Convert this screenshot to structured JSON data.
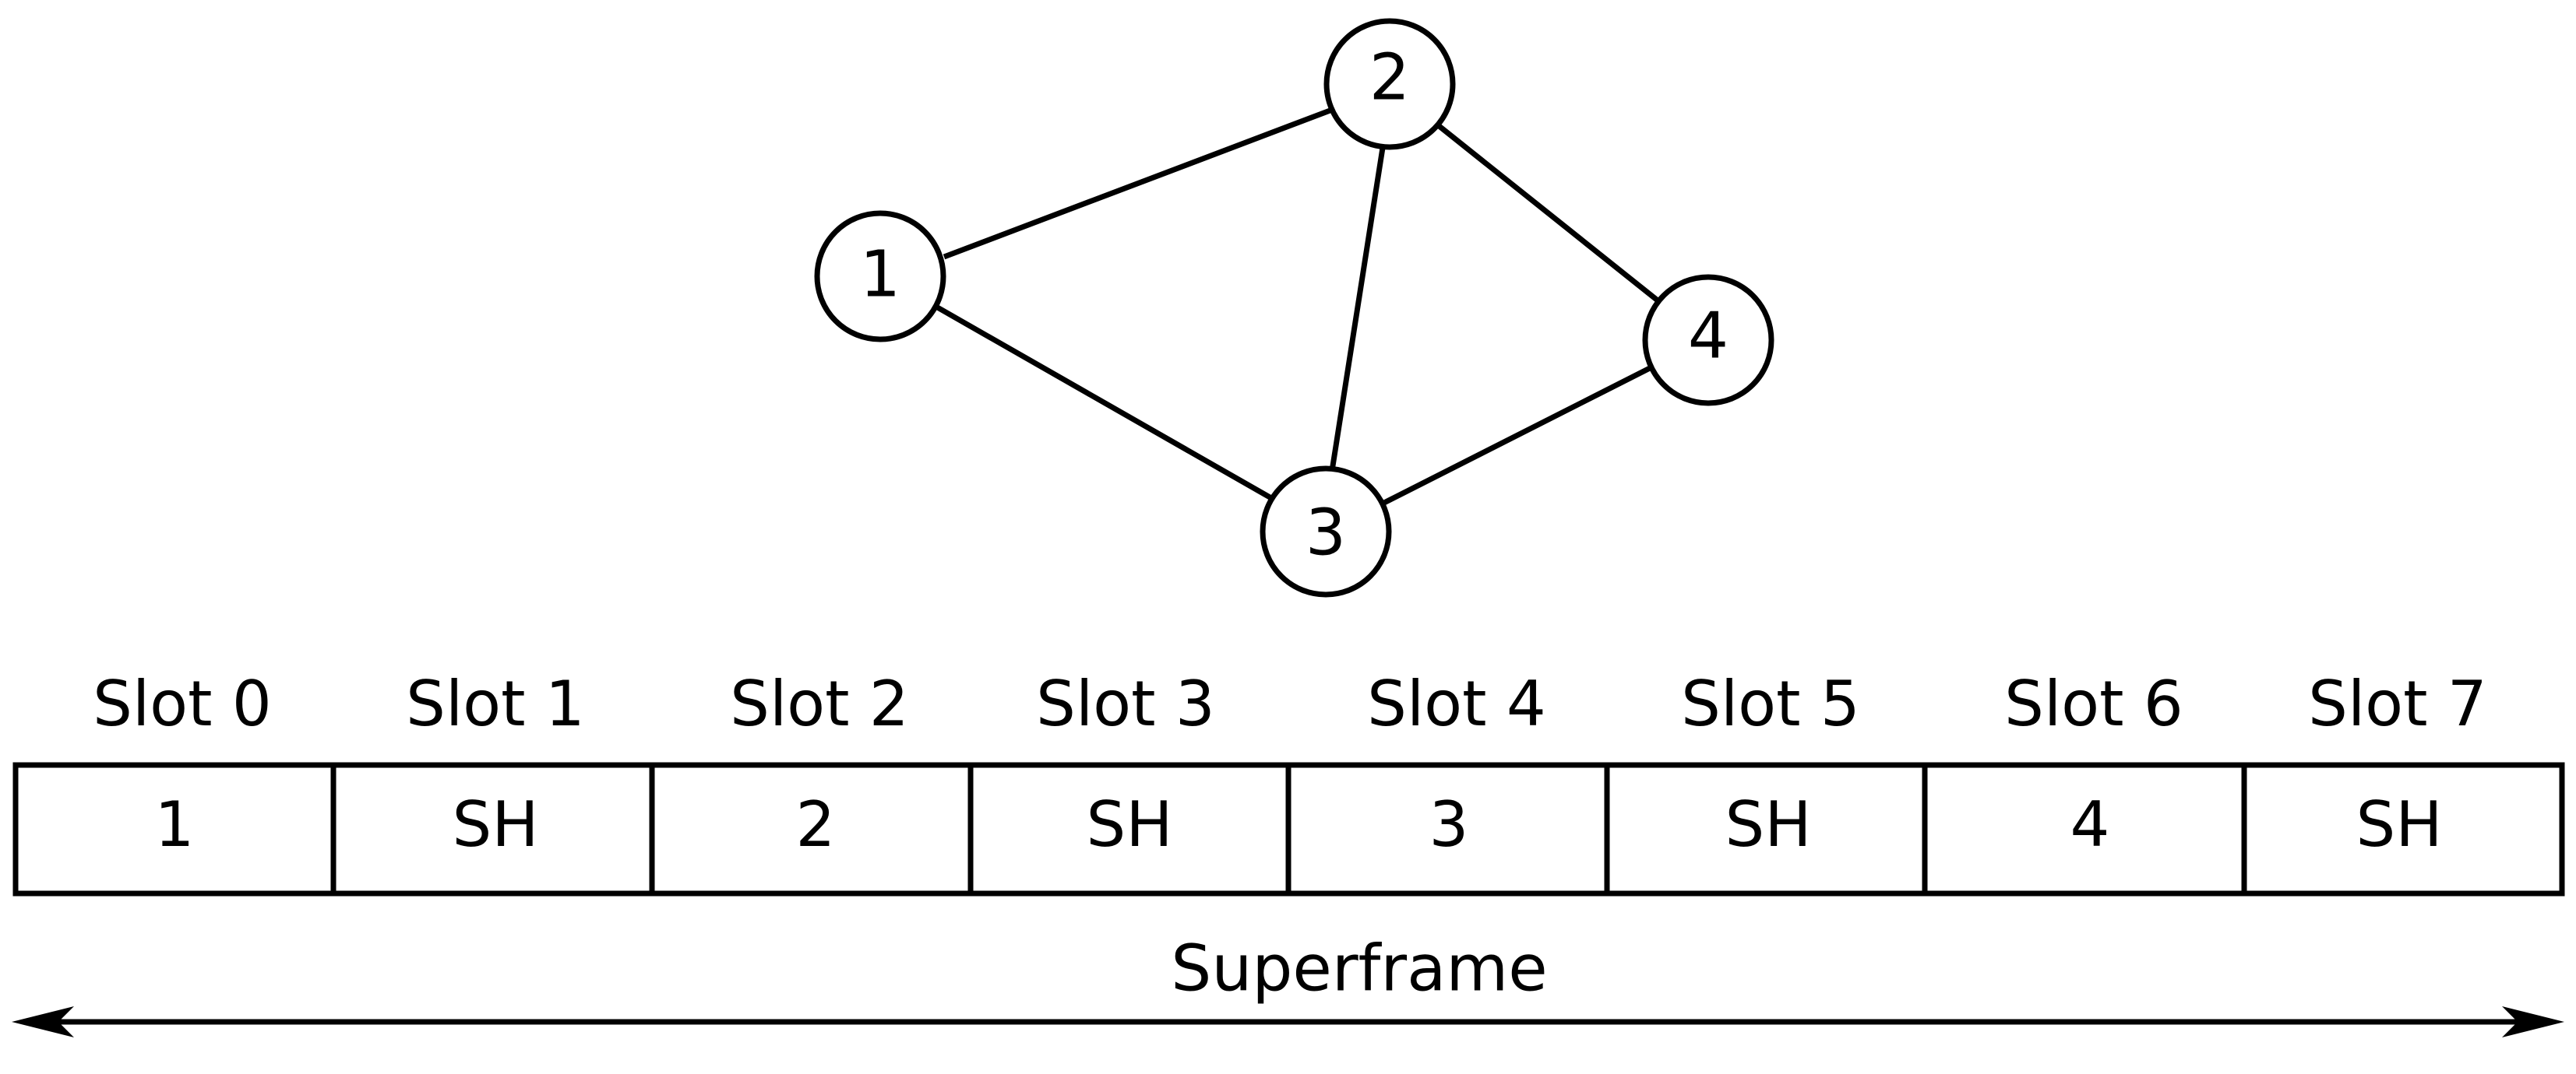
{
  "graph": {
    "nodes": [
      {
        "id": "1",
        "label": "1"
      },
      {
        "id": "2",
        "label": "2"
      },
      {
        "id": "3",
        "label": "3"
      },
      {
        "id": "4",
        "label": "4"
      }
    ],
    "edges": [
      [
        "1",
        "2"
      ],
      [
        "1",
        "3"
      ],
      [
        "2",
        "3"
      ],
      [
        "2",
        "4"
      ],
      [
        "3",
        "4"
      ]
    ]
  },
  "superframe": {
    "slot_headers": [
      "Slot 0",
      "Slot 1",
      "Slot 2",
      "Slot 3",
      "Slot 4",
      "Slot 5",
      "Slot 6",
      "Slot 7"
    ],
    "slot_contents": [
      "1",
      "SH",
      "2",
      "SH",
      "3",
      "SH",
      "4",
      "SH"
    ],
    "label": "Superframe"
  }
}
